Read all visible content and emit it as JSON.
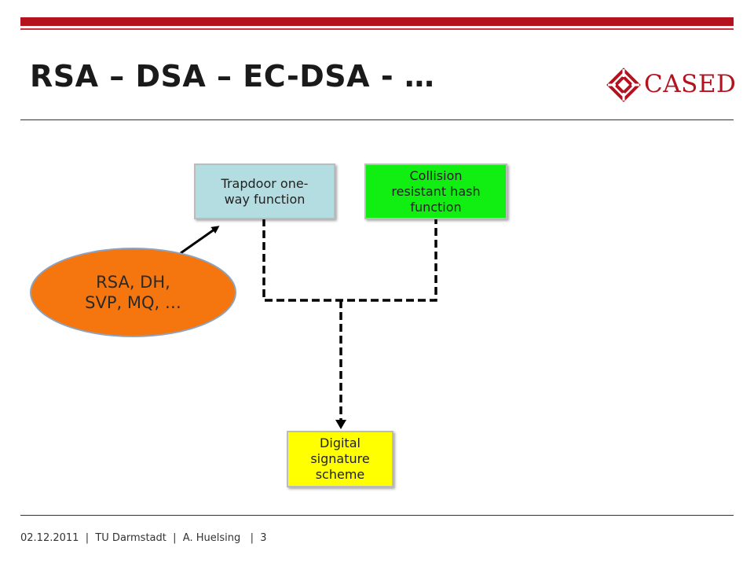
{
  "slide": {
    "title": "RSA – DSA – EC-DSA - …",
    "logo_text": "CASED",
    "brand_color": "#b4121f"
  },
  "diagram": {
    "trapdoor": {
      "label": "Trapdoor one-\nway function",
      "color": "#b4dde2"
    },
    "hash": {
      "label": "Collision\nresistant hash\nfunction",
      "color": "#11ee11"
    },
    "signature": {
      "label": "Digital\nsignature\nscheme",
      "color": "#ffff00"
    },
    "assumptions": {
      "label": "RSA, DH,\nSVP, MQ, …",
      "color": "#f5760f"
    }
  },
  "footer": {
    "text": "02.12.2011  |  TU Darmstadt  |  A. Huelsing   |  3"
  }
}
